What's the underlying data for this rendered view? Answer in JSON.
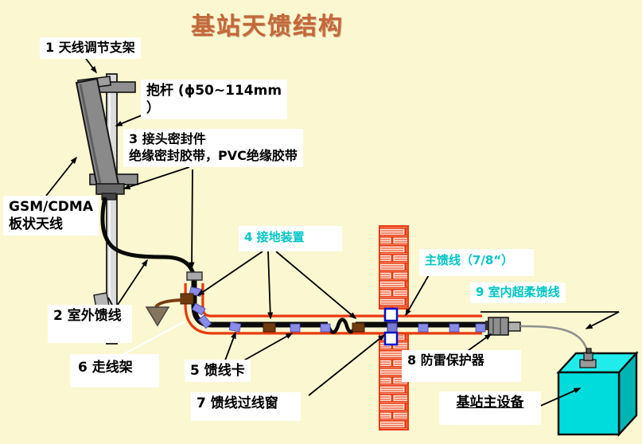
{
  "slide": {
    "title": "基站天馈结构",
    "labels": {
      "antenna_bracket": "1 天线调节支架",
      "pole": "抱杆 (ϕ50~114mm\n）",
      "connector_seal": "3 接头密封件\n绝缘密封胶带，PVC绝缘胶带",
      "panel_antenna": "GSM/CDMA\n板状天线",
      "grounding": "4 接地装置",
      "main_feeder": "主馈线（7/8“）",
      "indoor_feeder": "9 室内超柔馈线",
      "outdoor_feeder": "2 室外馈线",
      "cable_rack": "6 走线架",
      "feeder_clamp": "5 馈线卡",
      "feeder_window": "7 馈线过线窗",
      "arrester": "8 防雷保护器",
      "base_equipment": "基站主设备"
    },
    "colors": {
      "background": "#FBF7D0",
      "title_text": "#C4683A",
      "cyan_text": "#00C5C5",
      "feeder_channel_red": "#E93A10",
      "clip_purple": "#8A8AE8",
      "ground_brown": "#713A10",
      "equipment_cyan": "#00DCDC",
      "window_blue": "#0010D0"
    }
  }
}
